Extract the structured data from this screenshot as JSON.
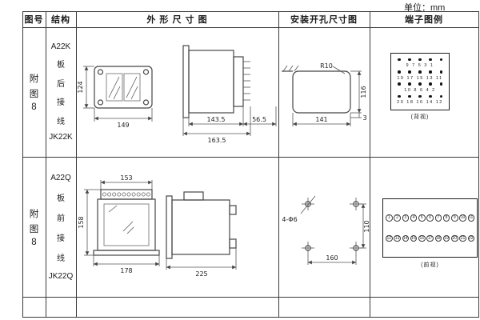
{
  "unit_label": "单位：mm",
  "header": {
    "col_fig": "图号",
    "col_struct": "结构",
    "col_outline": "外 形 尺 寸 图",
    "col_install": "安装开孔尺寸图",
    "col_terminal": "端子图例"
  },
  "rows": [
    {
      "fig_no": [
        "附",
        "图",
        "8"
      ],
      "structure": [
        "A22K",
        "板",
        "后",
        "接",
        "线",
        "JK22K"
      ],
      "outline": {
        "h": "124",
        "w": "149",
        "d1": "143.5",
        "d2": "163.5",
        "d3": "56.5"
      },
      "install": {
        "r": "R10",
        "w": "141",
        "h": "116",
        "offset": "3"
      },
      "terminal": {
        "caption": "(背视)",
        "num_rows": [
          "9 7 5 3 1",
          "19 17 15 13 11",
          "10 8 6 4 2",
          "20 18 16 14 12"
        ]
      }
    },
    {
      "fig_no": [
        "附",
        "图",
        "8"
      ],
      "structure": [
        "A22Q",
        "板",
        "前",
        "接",
        "线",
        "JK22Q"
      ],
      "outline": {
        "w_top": "153",
        "h": "158",
        "w_bot": "178",
        "d": "225"
      },
      "install": {
        "holes": "4-Φ6",
        "h": "110",
        "w": "160"
      },
      "terminal": {
        "caption": "(前视)",
        "top": [
          "1",
          "2",
          "3",
          "4",
          "5",
          "6",
          "7",
          "8",
          "9",
          "10",
          "11"
        ],
        "bottom": [
          "12",
          "13",
          "14",
          "15",
          "16",
          "17",
          "18",
          "19",
          "20",
          "21",
          "22"
        ]
      }
    }
  ]
}
